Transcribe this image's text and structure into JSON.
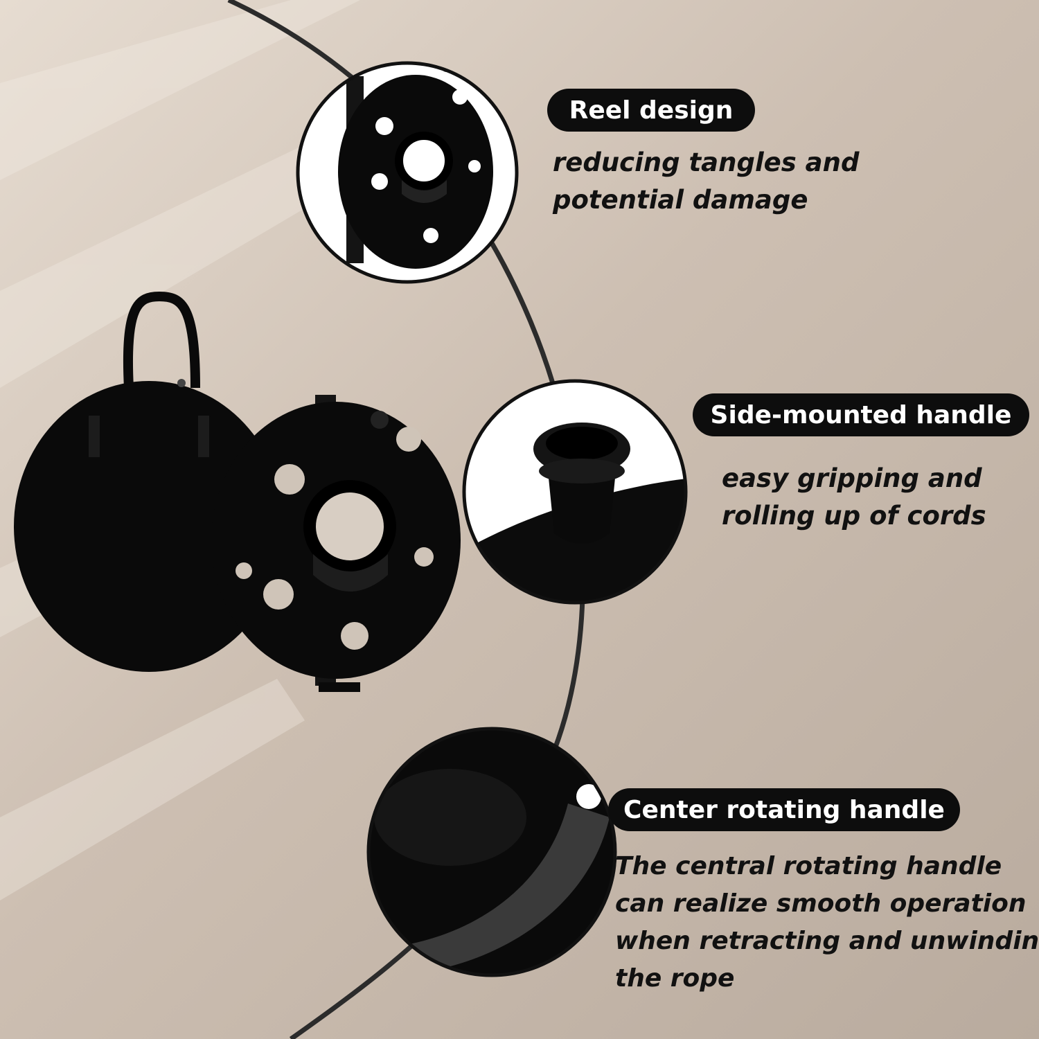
{
  "colors": {
    "background": "#c9bdb1",
    "pill_bg": "#0d0d0d",
    "pill_text": "#ffffff",
    "desc_text": "#111111",
    "product": "#0a0a0a"
  },
  "features": [
    {
      "title": "Reel design",
      "lines": [
        "reducing tangles and",
        "potential damage"
      ]
    },
    {
      "title": "Side-mounted handle",
      "lines": [
        "easy gripping and",
        "rolling up of cords"
      ]
    },
    {
      "title": "Center rotating handle",
      "lines": [
        "The central rotating handle",
        "can realize smooth operation",
        "when retracting and unwinding",
        "the rope"
      ]
    }
  ]
}
